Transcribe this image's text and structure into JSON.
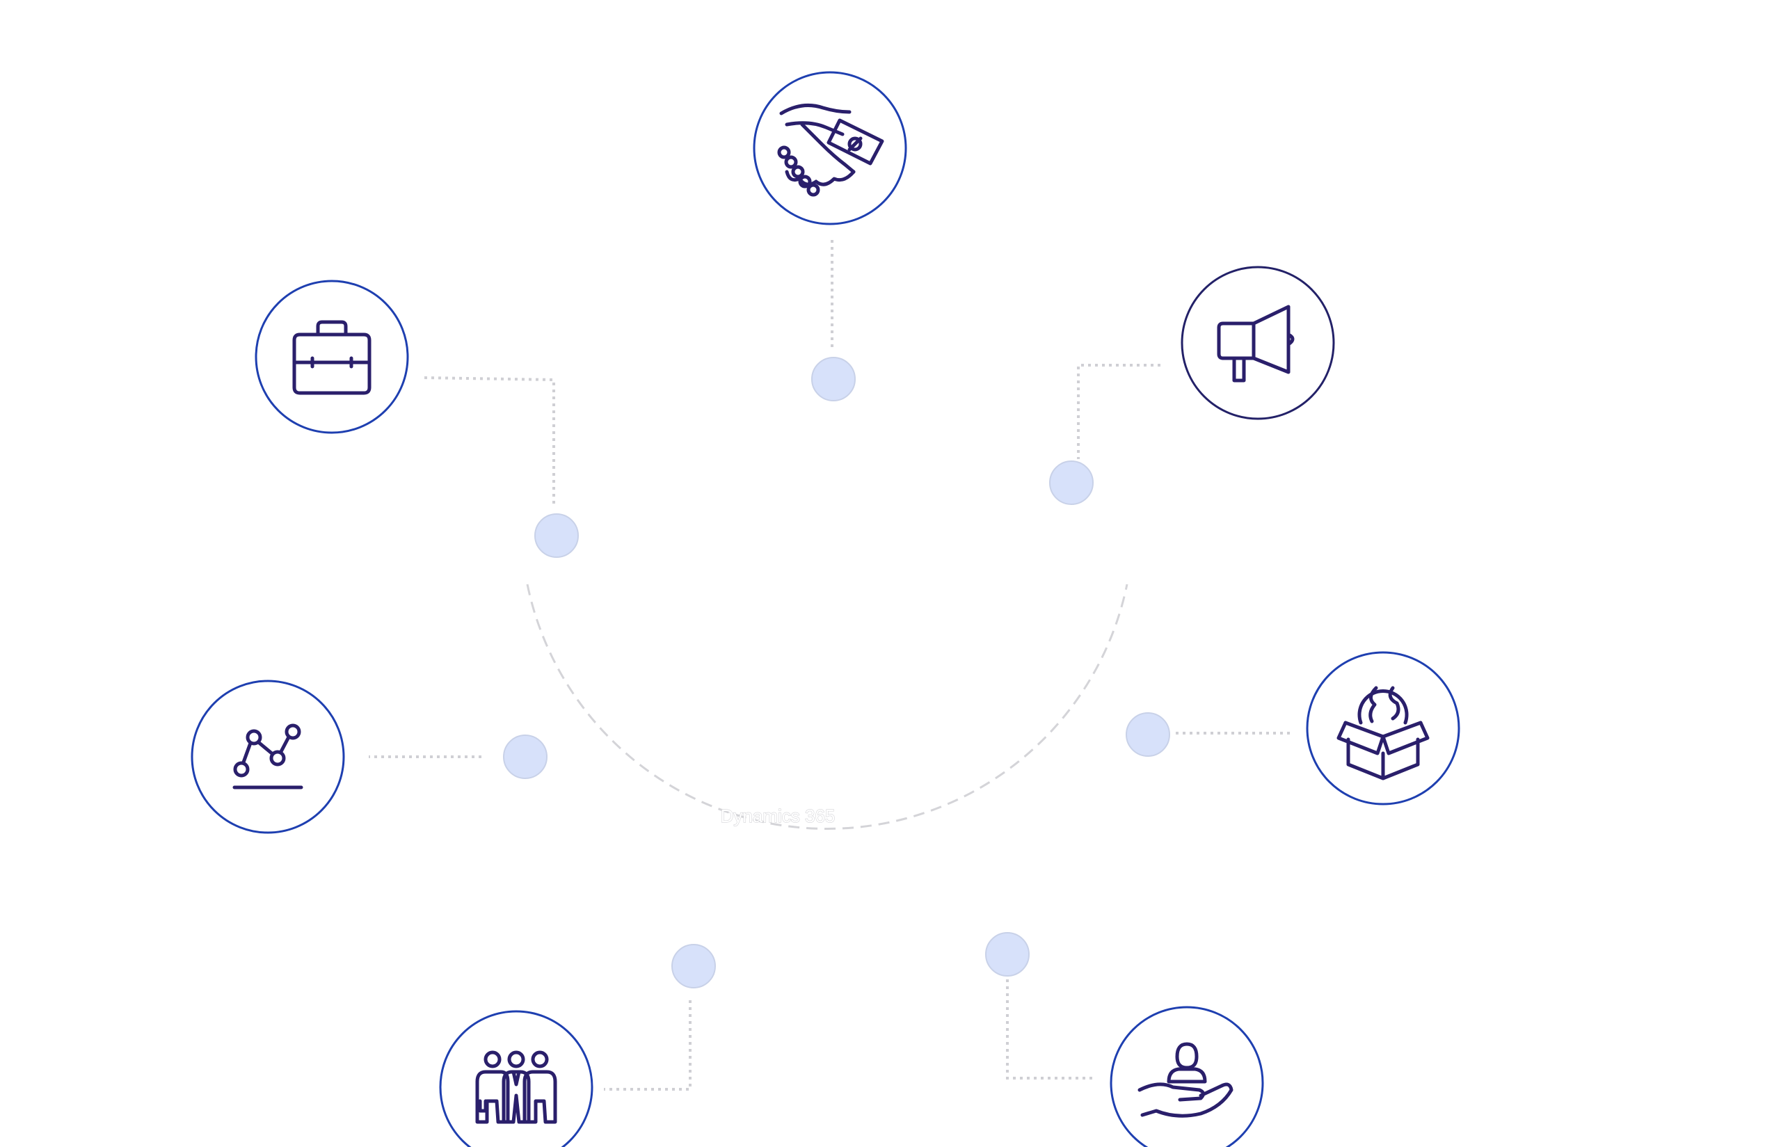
{
  "center": {
    "label": "Dynamics 365"
  },
  "colors": {
    "icon_ring": "#1e3fb0",
    "icon_ring_dark": "#232168",
    "icon_glyph": "#2a1f6b",
    "node_fill": "#d7e1fa",
    "connector": "#cfcfd4",
    "ring_dash": "#d4d4d8"
  },
  "modules": [
    {
      "id": "sales",
      "icon": "handshake-money-icon"
    },
    {
      "id": "marketing",
      "icon": "megaphone-icon"
    },
    {
      "id": "supply-chain",
      "icon": "globe-box-icon"
    },
    {
      "id": "customer-service",
      "icon": "hand-person-icon"
    },
    {
      "id": "human-resources",
      "icon": "team-people-icon"
    },
    {
      "id": "finance",
      "icon": "line-chart-icon"
    },
    {
      "id": "business-central",
      "icon": "briefcase-icon"
    }
  ]
}
